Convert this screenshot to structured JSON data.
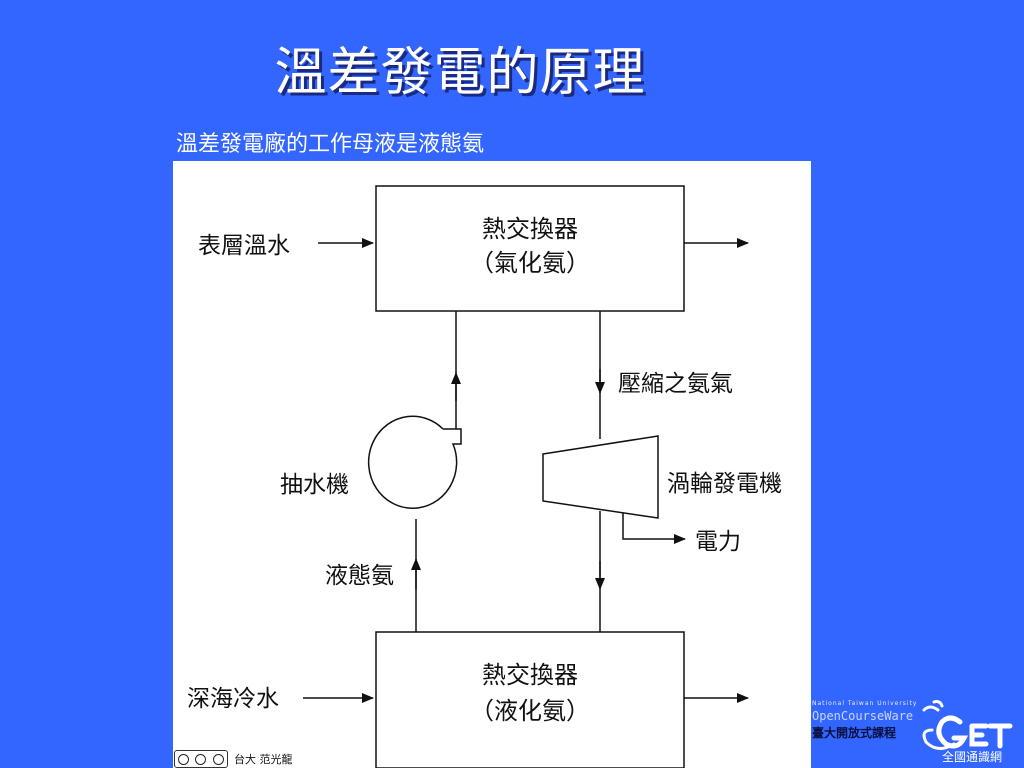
{
  "slide": {
    "title": "溫差發電的原理",
    "subtitle": "溫差發電廠的工作母液是液態氨"
  },
  "diagram": {
    "top_box": {
      "line1": "熱交換器",
      "line2": "（氣化氨）"
    },
    "bottom_box": {
      "line1": "熱交換器",
      "line2": "（液化氨）"
    },
    "labels": {
      "surface_water": "表層溫水",
      "deep_water": "深海冷水",
      "compressed_gas": "壓縮之氨氣",
      "pump": "抽水機",
      "turbine": "渦輪發電機",
      "power": "電力",
      "liquid_ammonia": "液態氨"
    }
  },
  "footer": {
    "author": "台大 范光龍",
    "ocw_small": "National Taiwan University",
    "ocw_word": "OpenCourseWare",
    "ocw_chinese": "臺大開放式課程",
    "get_label": "全國通識網"
  },
  "colors": {
    "background": "#3366FF",
    "diagram_bg": "#ffffff"
  },
  "icons": [
    "creative-commons-icon",
    "get-logo-icon"
  ]
}
